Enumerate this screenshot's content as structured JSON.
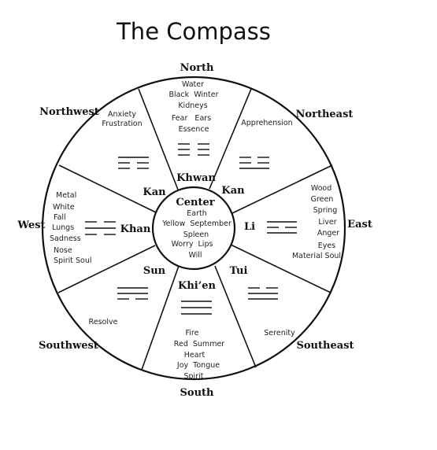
{
  "title": "The Compass",
  "directions": {
    "north": "North",
    "northeast": "Northeast",
    "east": "East",
    "southeast": "Southeast",
    "south": "South",
    "southwest": "Southwest",
    "west": "West",
    "northwest": "Northwest"
  },
  "trigrams": {
    "khwan": "Khwan",
    "kan_ne": "Kan",
    "li": "Li",
    "tui": "Tui",
    "khien": "Khi’en",
    "sun": "Sun",
    "khan": "Khan",
    "kan_nw": "Kan"
  },
  "center": {
    "label": "Center",
    "lines": [
      "Earth",
      "Yellow  September",
      "Spleen",
      "Worry  Lips",
      "Will"
    ]
  },
  "sectors": {
    "north": [
      "Water",
      "Black  Winter",
      "Kidneys",
      "Fear   Ears",
      "Essence"
    ],
    "northeast": [
      "Apprehension"
    ],
    "east": [
      "Wood",
      "Green",
      "Spring",
      "Liver",
      "Anger",
      "Eyes",
      "Material Soul"
    ],
    "southeast": [
      "Serenity"
    ],
    "south": [
      "Fire",
      "Red  Summer",
      "Heart",
      "Joy  Tongue",
      "Spirit"
    ],
    "southwest": [
      "Resolve"
    ],
    "west": [
      "Metal",
      "White",
      "Fall",
      "Lungs",
      "Sadness",
      "Nose",
      "Spirit Soul"
    ],
    "northwest": [
      "Anxiety",
      "Frustration"
    ]
  }
}
